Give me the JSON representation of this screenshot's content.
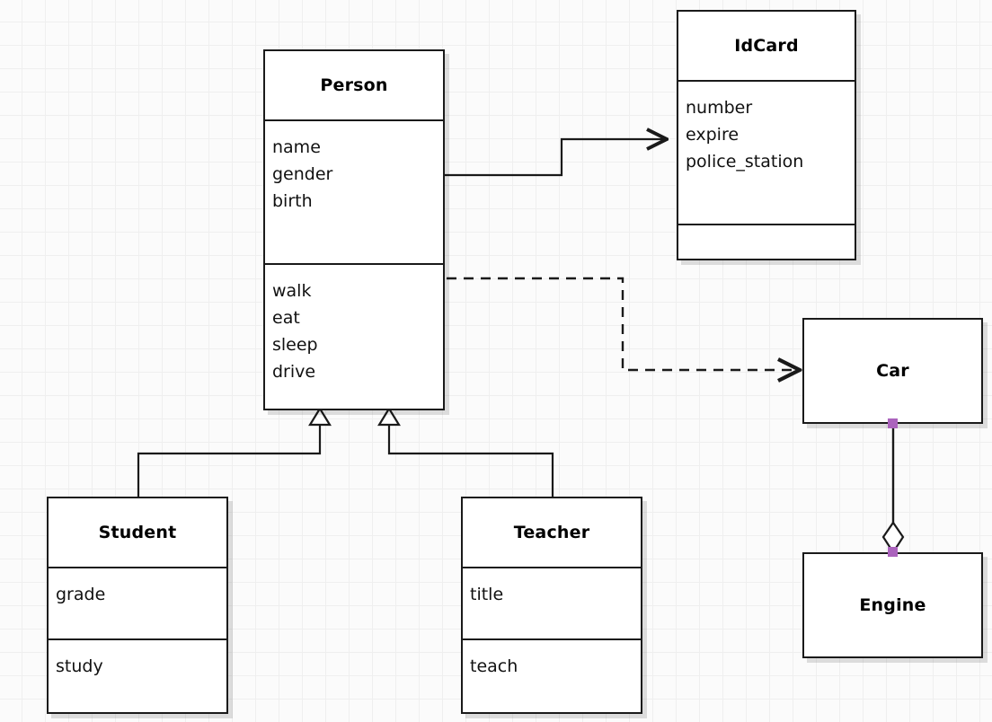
{
  "diagram": {
    "kind": "uml-class-diagram",
    "background_color": "#fbfbfb",
    "grid_color": "#efefef",
    "line_color": "#1a1a1a",
    "connector_color": "#ab63bd"
  },
  "classes": {
    "person": {
      "name": "Person",
      "attributes": [
        "name",
        "gender",
        "birth"
      ],
      "operations": [
        "walk",
        "eat",
        "sleep",
        "drive"
      ]
    },
    "idcard": {
      "name": "IdCard",
      "attributes": [
        "number",
        "expire",
        "police_station"
      ],
      "operations": []
    },
    "student": {
      "name": "Student",
      "attributes": [
        "grade"
      ],
      "operations": [
        "study"
      ]
    },
    "teacher": {
      "name": "Teacher",
      "attributes": [
        "title"
      ],
      "operations": [
        "teach"
      ]
    },
    "car": {
      "name": "Car"
    },
    "engine": {
      "name": "Engine"
    }
  },
  "relations": [
    {
      "id": "person-idcard",
      "type": "association",
      "from": "Person",
      "to": "IdCard",
      "style": "solid",
      "arrow": "open"
    },
    {
      "id": "person-car",
      "type": "dependency",
      "from": "Person",
      "to": "Car",
      "style": "dashed",
      "arrow": "open"
    },
    {
      "id": "student-person",
      "type": "generalization",
      "from": "Student",
      "to": "Person",
      "style": "solid",
      "arrow": "hollow-triangle"
    },
    {
      "id": "teacher-person",
      "type": "generalization",
      "from": "Teacher",
      "to": "Person",
      "style": "solid",
      "arrow": "hollow-triangle"
    },
    {
      "id": "car-engine",
      "type": "aggregation",
      "from": "Car",
      "to": "Engine",
      "style": "solid",
      "arrow": "hollow-diamond"
    }
  ]
}
